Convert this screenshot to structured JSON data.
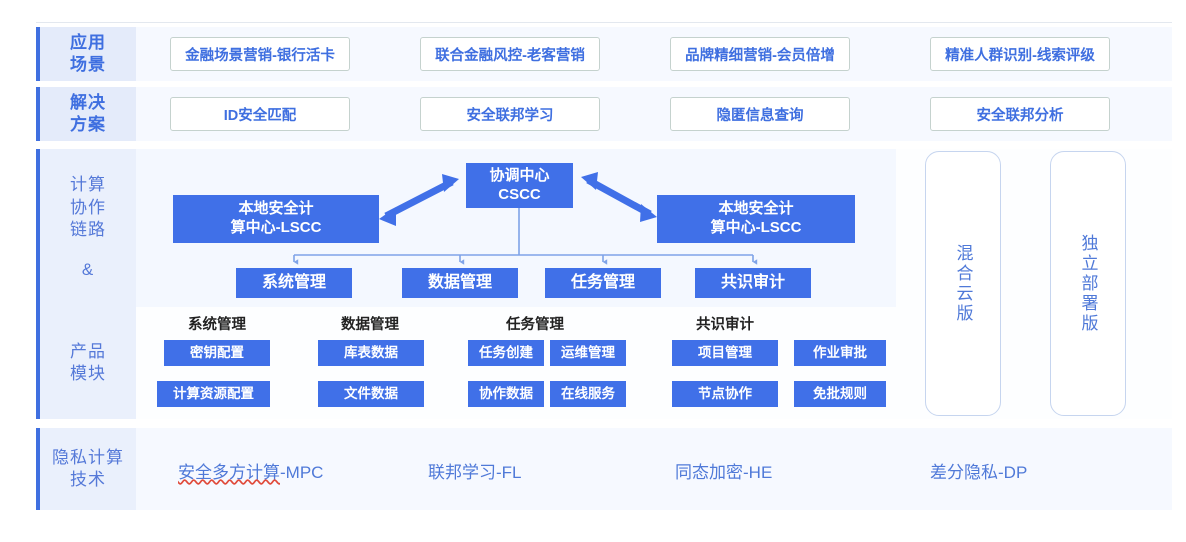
{
  "colors": {
    "accent_blue": "#3f6fe0",
    "solid_blue": "#4070e8",
    "label_bg": "#e4ebfa",
    "band_bg": "#f6f9ff",
    "pill_border": "#c5d2ce",
    "card_border": "#c6d5ef",
    "spell_error": "#e04a3a"
  },
  "rows": {
    "application_scenarios": {
      "label_line1": "应用",
      "label_line2": "场景",
      "items": [
        "金融场景营销-银行活卡",
        "联合金融风控-老客营销",
        "品牌精细营销-会员倍增",
        "精准人群识别-线索评级"
      ]
    },
    "solutions": {
      "label_line1": "解决",
      "label_line2": "方案",
      "items": [
        "ID安全匹配",
        "安全联邦学习",
        "隐匿信息查询",
        "安全联邦分析"
      ]
    },
    "compute_chain": {
      "label_line1": "计算",
      "label_line2": "协作",
      "label_line3": "链路",
      "label_line4": "&",
      "nodes": {
        "left_lscc": "本地安全计\n算中心-LSCC",
        "center_cscc": "协调中心\nCSCC",
        "right_lscc": "本地安全计\n算中心-LSCC"
      },
      "managers": [
        "系统管理",
        "数据管理",
        "任务管理",
        "共识审计"
      ]
    },
    "product_modules": {
      "label_line1": "产品",
      "label_line2": "模块",
      "groups": [
        {
          "caption": "系统管理",
          "layout": "single",
          "items": [
            "密钥配置",
            "计算资源配置"
          ]
        },
        {
          "caption": "数据管理",
          "layout": "single",
          "items": [
            "库表数据",
            "文件数据"
          ]
        },
        {
          "caption": "任务管理",
          "layout": "double",
          "items": [
            "任务创建",
            "运维管理",
            "协作数据",
            "在线服务"
          ]
        },
        {
          "caption": "共识审计",
          "layout": "double",
          "items": [
            "项目管理",
            "作业审批",
            "节点协作",
            "免批规则"
          ]
        }
      ]
    },
    "privacy_tech": {
      "label_line1": "隐私计算",
      "label_line2": "技术",
      "items": [
        {
          "text_marked": "安全多方计算",
          "text_plain": "-MPC",
          "spellcheck_flag": true
        },
        {
          "text_marked": "",
          "text_plain": "联邦学习-FL",
          "spellcheck_flag": false
        },
        {
          "text_marked": "",
          "text_plain": "同态加密-HE",
          "spellcheck_flag": false
        },
        {
          "text_marked": "",
          "text_plain": "差分隐私-DP",
          "spellcheck_flag": false
        }
      ]
    }
  },
  "deployment_cards": [
    "混合云版",
    "独立部署版"
  ]
}
